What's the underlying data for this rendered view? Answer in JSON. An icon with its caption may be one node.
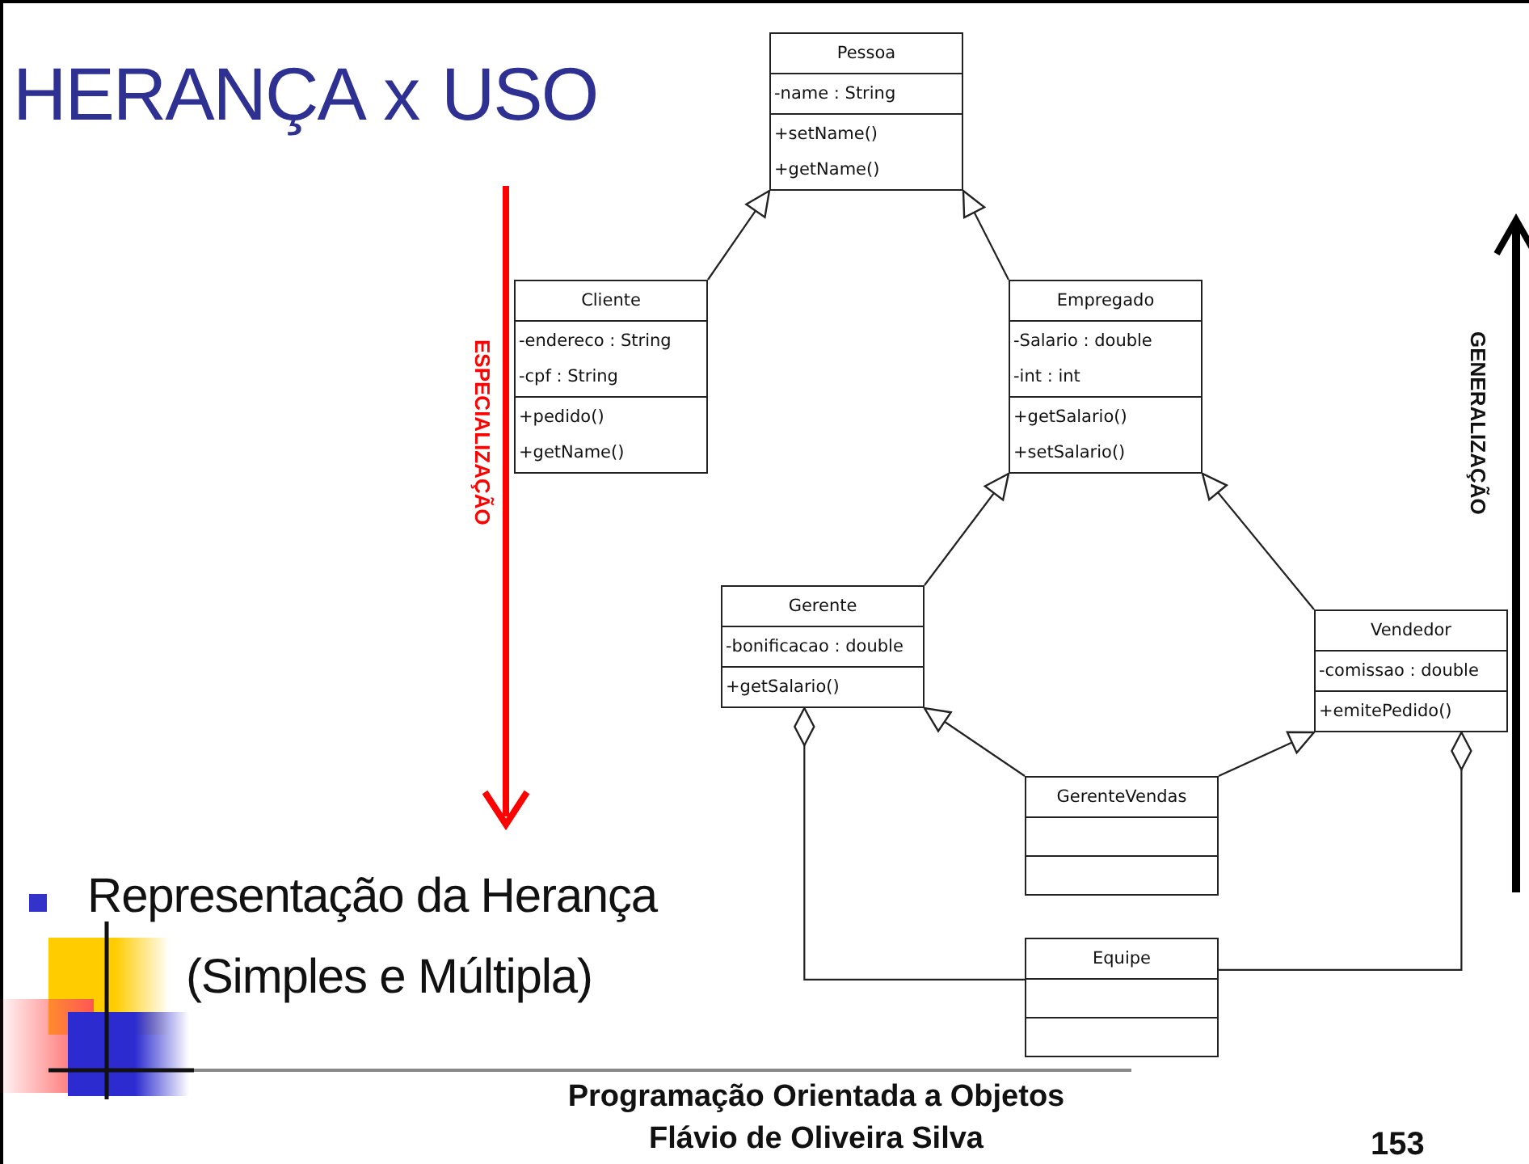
{
  "diagram": {
    "title": "HERANÇA x USO",
    "nodes": [
      {
        "text": [
          "Pessoa",
          "-name : String",
          "+setName()",
          "+getName()"
        ]
      },
      {
        "text": [
          "Cliente",
          "-endereco : String",
          "-cpf : String",
          "+pedido()",
          "+getName()"
        ]
      },
      {
        "text": [
          "Empregado",
          "-Salario : double",
          "-int : int",
          "+getSalario()",
          "+setSalario()"
        ]
      },
      {
        "text": [
          "Gerente",
          "-bonificacao : double",
          "+getSalario()"
        ]
      },
      {
        "text": [
          "Vendedor",
          "-comissao : double",
          "+emitePedido()"
        ]
      },
      {
        "text": [
          "GerenteVendas"
        ]
      },
      {
        "text": [
          "Equipe"
        ]
      }
    ],
    "edges": [
      {
        "from": 1,
        "to": 0,
        "arrow": "to"
      },
      {
        "from": 2,
        "to": 0,
        "arrow": "to"
      },
      {
        "from": 3,
        "to": 2,
        "arrow": "to"
      },
      {
        "from": 4,
        "to": 2,
        "arrow": "to"
      },
      {
        "from": 5,
        "to": 3,
        "arrow": "to"
      },
      {
        "from": 5,
        "to": 4,
        "arrow": "to"
      },
      {
        "from": 6,
        "to": 3,
        "arrow": "other"
      },
      {
        "from": 6,
        "to": 4,
        "arrow": "other"
      }
    ],
    "labels": [
      "ESPECIALIZAÇÃO",
      "GENERALIZAÇÃO",
      "Representação da Herança",
      "(Simples e Múltipla)",
      "Programação Orientada a Objetos",
      "Flávio de Oliveira Silva",
      "153"
    ]
  }
}
